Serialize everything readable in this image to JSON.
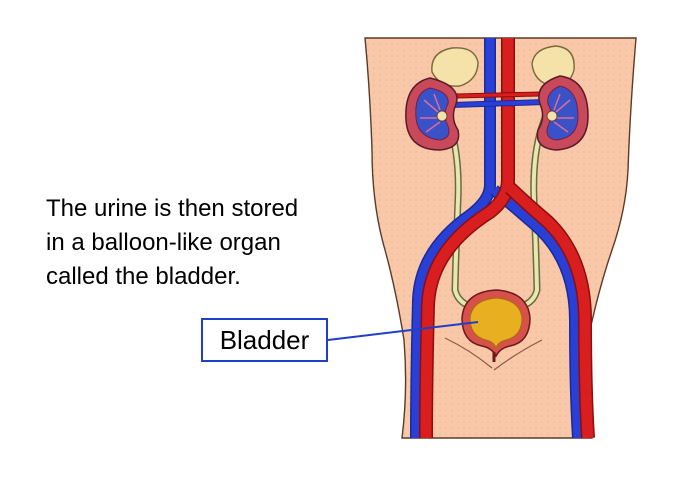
{
  "caption": {
    "line1": "The urine is then stored",
    "line2": "in a balloon-like organ",
    "line3": "called the bladder."
  },
  "labels": {
    "bladder": "Bladder"
  },
  "colors": {
    "skin": "#f8c8a8",
    "skin_outline": "#5a3a2a",
    "artery": "#d81e1e",
    "vein": "#2a3fd6",
    "ureter": "#e6e8b0",
    "urine": "#e8b020",
    "bladder_wall": "#d8504a",
    "kidney_outer": "#c84a5a",
    "kidney_inner": "#3a52c8",
    "adrenal": "#f4e2a8",
    "label_border": "#1f3fc8"
  }
}
